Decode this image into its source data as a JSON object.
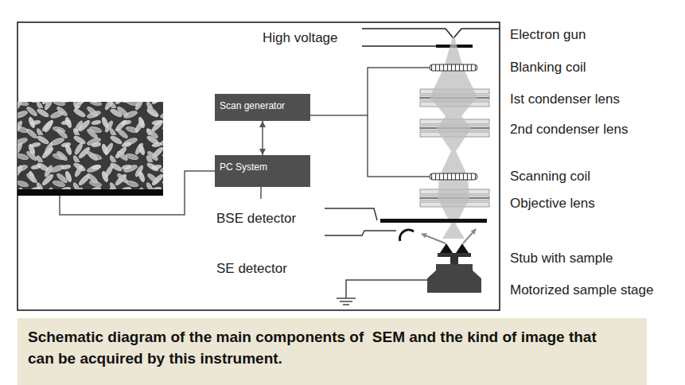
{
  "diagram": {
    "caption": "Schematic diagram of the main components of  SEM and the kind of image that can be acquired by this instrument.",
    "nodes": [
      {
        "text": [
          "Scan generator"
        ]
      },
      {
        "text": [
          "PC System"
        ]
      }
    ],
    "edges": [
      {
        "from": 0,
        "to": 1,
        "arrow": "both"
      }
    ],
    "labels": [
      "High voltage",
      "Electron gun",
      "Blanking coil",
      "Ist condenser lens",
      "2nd condenser lens",
      "Scanning coil",
      "Objective lens",
      "BSE detector",
      "Stub with sample",
      "SE detector",
      "Motorized sample stage"
    ]
  }
}
